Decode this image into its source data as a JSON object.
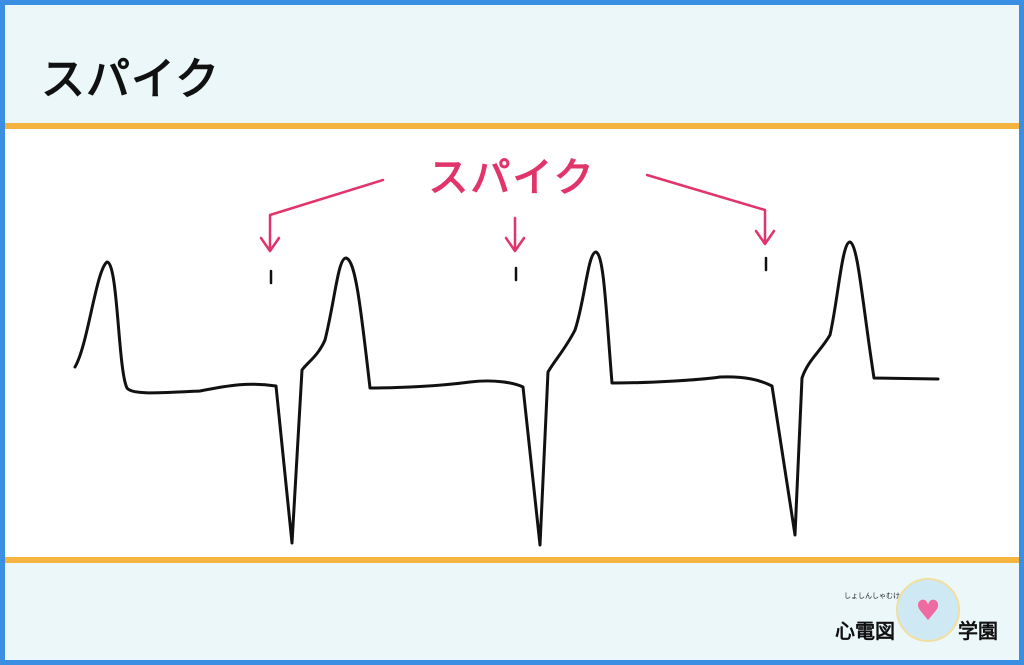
{
  "header": {
    "title": "スパイク"
  },
  "diagram": {
    "label": "スパイク",
    "label_color": "#e0346a",
    "trace_color": "#111111"
  },
  "logo": {
    "ruby": "しょしんしゃむけ",
    "text_left": "心電図",
    "text_right": "学園",
    "badge_icon": "heart"
  },
  "colors": {
    "border": "#3b8fe2",
    "divider": "#f4b43f",
    "panel": "#ebf7f9"
  }
}
